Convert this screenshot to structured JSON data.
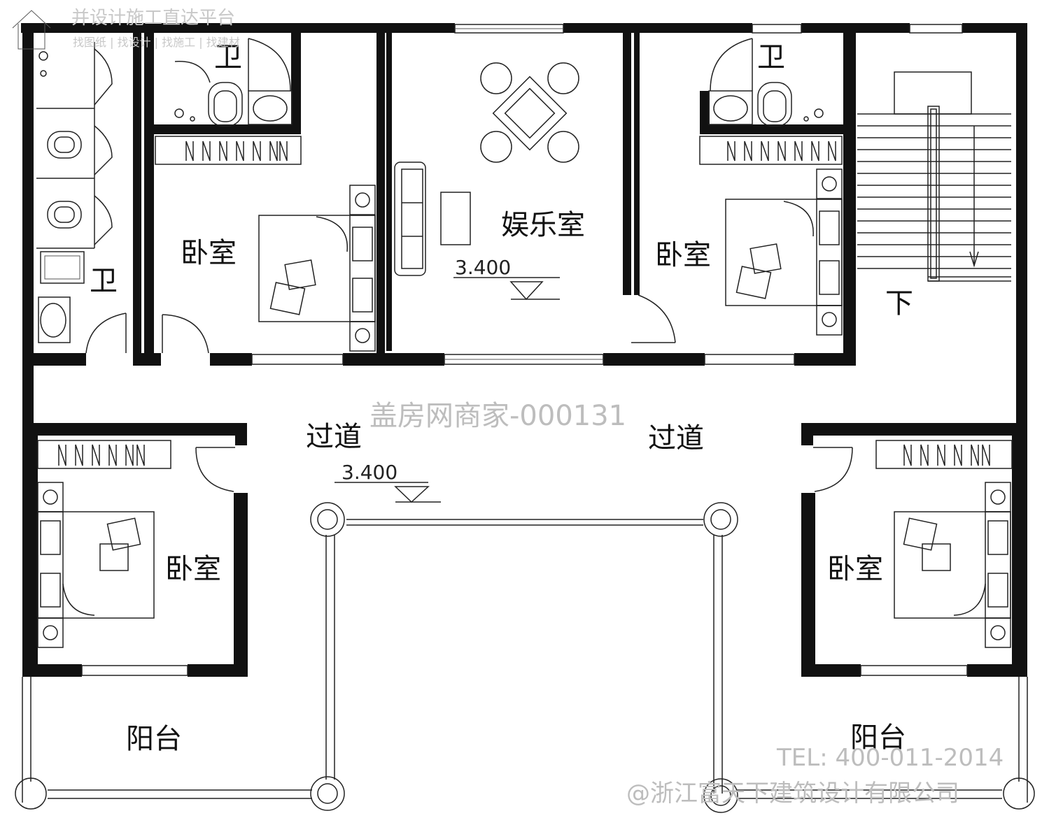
{
  "watermarks": {
    "top_platform": "并设计施工直达平台",
    "top_links": "找图纸 | 找设计 | 找施工 | 找建材",
    "center": "盖房网商家-000131",
    "tel": "TEL: 400-011-2014",
    "company": "@浙江富天下建筑设计有限公司"
  },
  "rooms": {
    "bathroom_left": "卫",
    "bathroom_top_left": "卫",
    "bathroom_top_right": "卫",
    "bedroom_upper_left": "卧室",
    "recreation_room": "娱乐室",
    "bedroom_upper_right": "卧室",
    "corridor_left": "过道",
    "corridor_right": "过道",
    "bedroom_lower_left": "卧室",
    "bedroom_lower_right": "卧室",
    "balcony_left": "阳台",
    "balcony_right": "阳台",
    "stair_down": "下"
  },
  "levels": {
    "recreation": "3.400",
    "corridor": "3.400"
  },
  "colors": {
    "wall": "#111111",
    "line": "#222222",
    "watermark": "#bdbdbd"
  }
}
